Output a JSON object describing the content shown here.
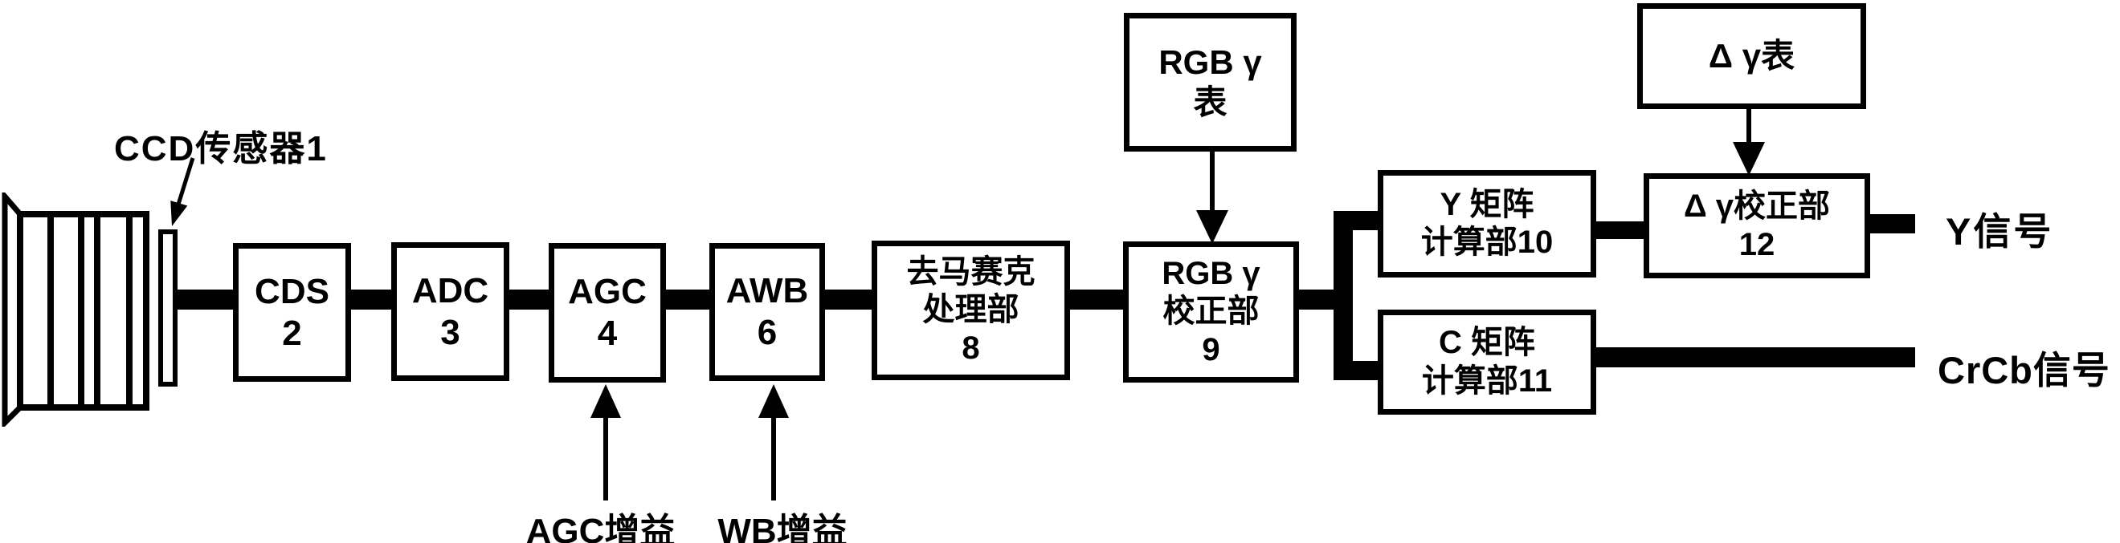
{
  "figure": {
    "kind": "block-diagram"
  },
  "labels": {
    "ccd_sensor": "CCD传感器1",
    "agc_gain": "AGC增益",
    "wb_gain": "WB增益",
    "y_signal": "Y信号",
    "crcb_signal": "CrCb信号"
  },
  "boxes": {
    "cds": {
      "line1": "CDS",
      "line2": "2"
    },
    "adc": {
      "line1": "ADC",
      "line2": "3"
    },
    "agc": {
      "line1": "AGC",
      "line2": "4"
    },
    "awb": {
      "line1": "AWB",
      "line2": "6"
    },
    "demosaic": {
      "line1": "去马赛克",
      "line2": "处理部",
      "line3": "8"
    },
    "rgb_gamma_table": {
      "line1": "RGB γ",
      "line2": "表"
    },
    "rgb_gamma_correction": {
      "line1": "RGB γ",
      "line2": "校正部",
      "line3": "9"
    },
    "y_matrix": {
      "line1": "Y 矩阵",
      "line2": "计算部10"
    },
    "c_matrix": {
      "line1": "C 矩阵",
      "line2": "计算部11"
    },
    "delta_gamma_table": {
      "line1": "Δ γ表"
    },
    "delta_gamma_correction": {
      "line1": "Δ γ校正部",
      "line2": "12"
    }
  },
  "colors": {
    "ink": "#000000",
    "paper": "#ffffff"
  }
}
